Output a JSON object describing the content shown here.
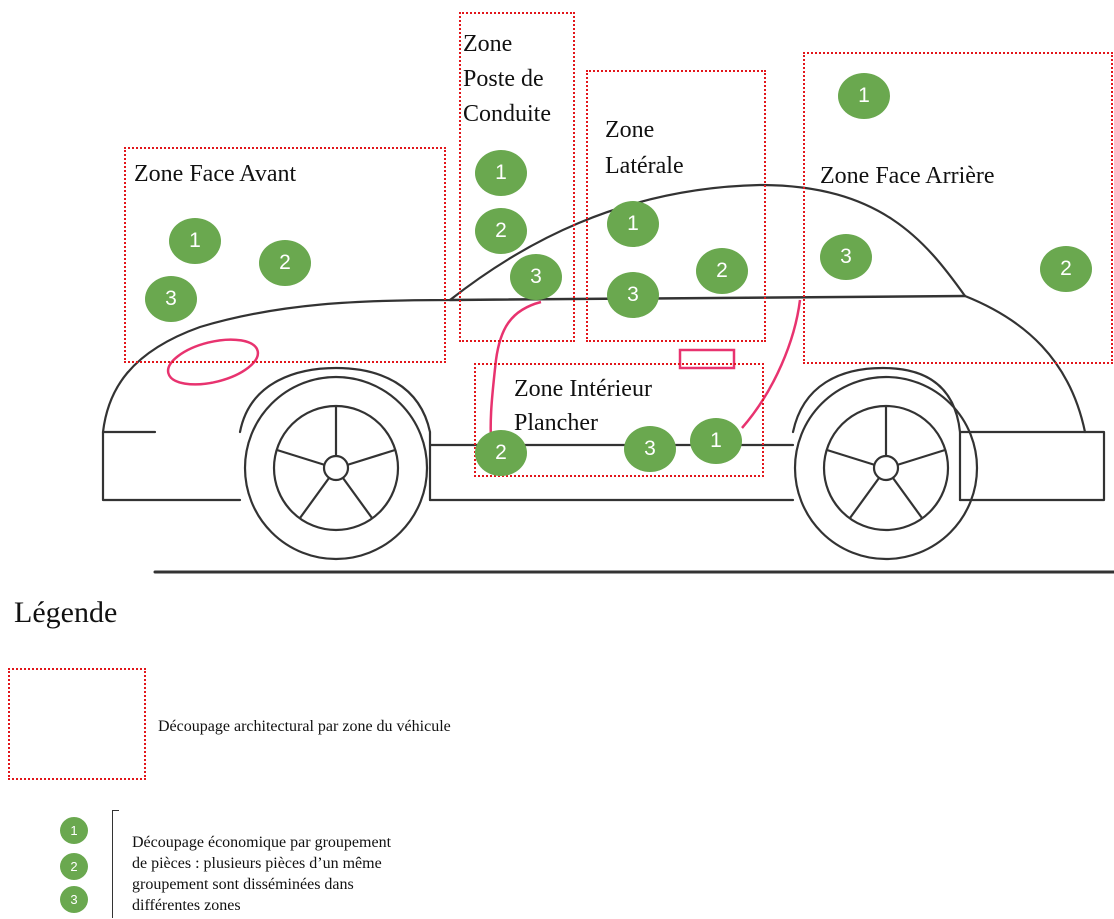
{
  "zones": [
    {
      "id": "face-avant",
      "lines": [
        "Zone Face Avant"
      ],
      "badges": [
        "1",
        "2",
        "3"
      ]
    },
    {
      "id": "poste-conduite",
      "lines": [
        "Zone",
        "Poste de",
        "Conduite"
      ],
      "badges": [
        "1",
        "2",
        "3"
      ]
    },
    {
      "id": "laterale",
      "lines": [
        "Zone",
        "Latérale"
      ],
      "badges": [
        "1",
        "2",
        "3"
      ]
    },
    {
      "id": "face-arriere",
      "lines": [
        "Zone Face Arrière"
      ],
      "badges": [
        "1",
        "3",
        "2"
      ]
    },
    {
      "id": "interieur-plancher",
      "lines": [
        "Zone Intérieur",
        "Plancher"
      ],
      "badges": [
        "2",
        "3",
        "1"
      ]
    }
  ],
  "legend": {
    "title": "Légende",
    "zone_description": "Découpage architectural par zone du véhicule",
    "group_badges": [
      "1",
      "2",
      "3"
    ],
    "group_description": [
      "Découpage économique par groupement",
      "de pièces : plusieurs pièces d’un même",
      "groupement sont disséminées dans",
      "différentes zones"
    ]
  },
  "colors": {
    "zone_border": "#e2161b",
    "badge_fill": "#6aa84f",
    "cable_highlight": "#e8336f",
    "car_outline": "#333333"
  }
}
